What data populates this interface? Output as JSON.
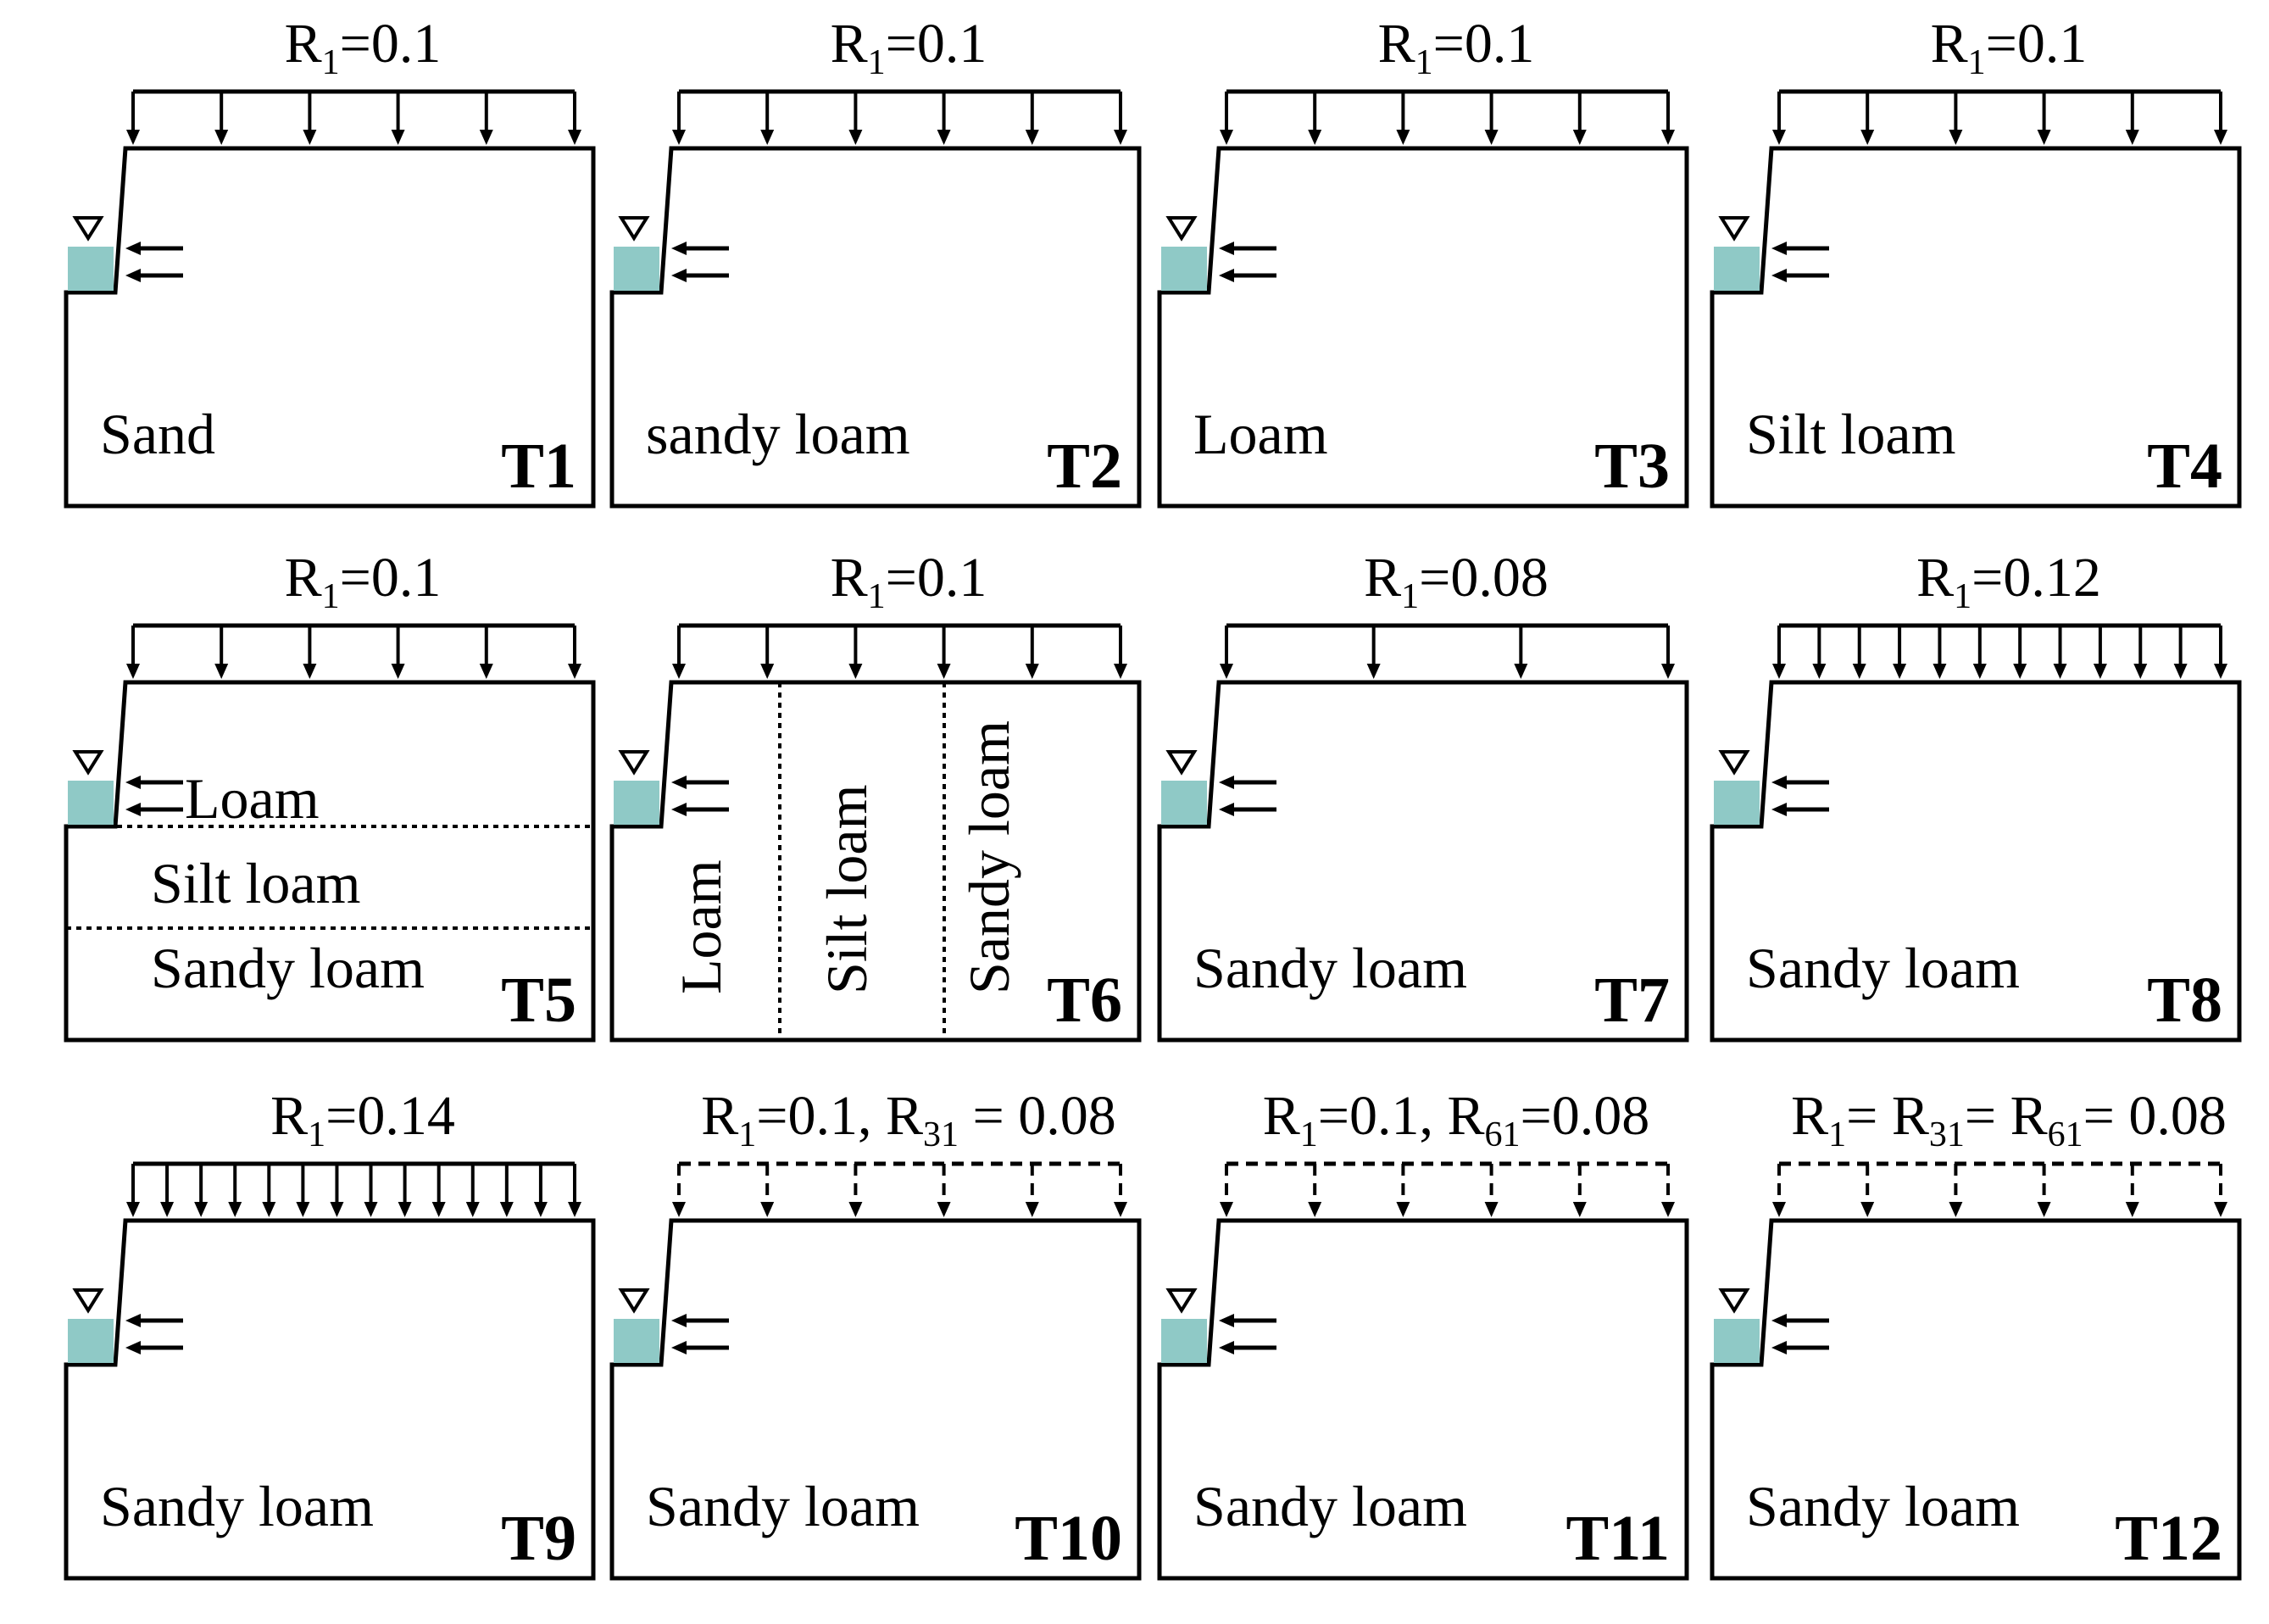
{
  "colors": {
    "water": "#8fc9c6",
    "stroke": "#000000",
    "background": "#ffffff"
  },
  "icons": {
    "water_level": "triangle-water-table-icon",
    "inflow": "left-arrow-inflow-icon"
  },
  "panels": [
    {
      "id": "T1",
      "rain_label": [
        [
          "R",
          ""
        ],
        [
          "1",
          "sub"
        ],
        [
          "=0.1",
          ""
        ]
      ],
      "rain_arrows": 6,
      "rain_dashed": false,
      "soil_layout": "single",
      "soil": [
        "Sand"
      ]
    },
    {
      "id": "T2",
      "rain_label": [
        [
          "R",
          ""
        ],
        [
          "1",
          "sub"
        ],
        [
          "=0.1",
          ""
        ]
      ],
      "rain_arrows": 6,
      "rain_dashed": false,
      "soil_layout": "single",
      "soil": [
        "sandy loam"
      ]
    },
    {
      "id": "T3",
      "rain_label": [
        [
          "R",
          ""
        ],
        [
          "1",
          "sub"
        ],
        [
          "=0.1",
          ""
        ]
      ],
      "rain_arrows": 6,
      "rain_dashed": false,
      "soil_layout": "single",
      "soil": [
        "Loam"
      ]
    },
    {
      "id": "T4",
      "rain_label": [
        [
          "R",
          ""
        ],
        [
          "1",
          "sub"
        ],
        [
          "=0.1",
          ""
        ]
      ],
      "rain_arrows": 6,
      "rain_dashed": false,
      "soil_layout": "single",
      "soil": [
        "Silt loam"
      ]
    },
    {
      "id": "T5",
      "rain_label": [
        [
          "R",
          ""
        ],
        [
          "1",
          "sub"
        ],
        [
          "=0.1",
          ""
        ]
      ],
      "rain_arrows": 6,
      "rain_dashed": false,
      "soil_layout": "horizontal",
      "soil": [
        "Loam",
        "Silt loam",
        "Sandy loam"
      ]
    },
    {
      "id": "T6",
      "rain_label": [
        [
          "R",
          ""
        ],
        [
          "1",
          "sub"
        ],
        [
          "=0.1",
          ""
        ]
      ],
      "rain_arrows": 6,
      "rain_dashed": false,
      "soil_layout": "vertical",
      "soil": [
        "Loam",
        "Silt loam",
        "Sandy loam"
      ]
    },
    {
      "id": "T7",
      "rain_label": [
        [
          "R",
          ""
        ],
        [
          "1",
          "sub"
        ],
        [
          "=0.08",
          ""
        ]
      ],
      "rain_arrows": 4,
      "rain_dashed": false,
      "soil_layout": "single",
      "soil": [
        "Sandy loam"
      ]
    },
    {
      "id": "T8",
      "rain_label": [
        [
          "R",
          ""
        ],
        [
          "1",
          "sub"
        ],
        [
          "=0.12",
          ""
        ]
      ],
      "rain_arrows": 12,
      "rain_dashed": false,
      "soil_layout": "single",
      "soil": [
        "Sandy loam"
      ]
    },
    {
      "id": "T9",
      "rain_label": [
        [
          "R",
          ""
        ],
        [
          "1",
          "sub"
        ],
        [
          "=0.14",
          ""
        ]
      ],
      "rain_arrows": 14,
      "rain_dashed": false,
      "soil_layout": "single",
      "soil": [
        "Sandy loam"
      ]
    },
    {
      "id": "T10",
      "rain_label": [
        [
          "R",
          ""
        ],
        [
          "1",
          "sub"
        ],
        [
          "=0.1, R",
          ""
        ],
        [
          "31",
          "sub"
        ],
        [
          " = 0.08",
          ""
        ]
      ],
      "rain_arrows": 6,
      "rain_dashed": true,
      "soil_layout": "single",
      "soil": [
        "Sandy loam"
      ]
    },
    {
      "id": "T11",
      "rain_label": [
        [
          "R",
          ""
        ],
        [
          "1",
          "sub"
        ],
        [
          "=0.1, R",
          ""
        ],
        [
          "61",
          "sub"
        ],
        [
          "=0.08",
          ""
        ]
      ],
      "rain_arrows": 6,
      "rain_dashed": true,
      "soil_layout": "single",
      "soil": [
        "Sandy loam"
      ]
    },
    {
      "id": "T12",
      "rain_label": [
        [
          "R",
          ""
        ],
        [
          "1",
          "sub"
        ],
        [
          "= R",
          ""
        ],
        [
          "31",
          "sub"
        ],
        [
          "= R",
          ""
        ],
        [
          "61",
          "sub"
        ],
        [
          "= 0.08",
          ""
        ]
      ],
      "rain_arrows": 6,
      "rain_dashed": true,
      "soil_layout": "single",
      "soil": [
        "Sandy loam"
      ]
    }
  ]
}
